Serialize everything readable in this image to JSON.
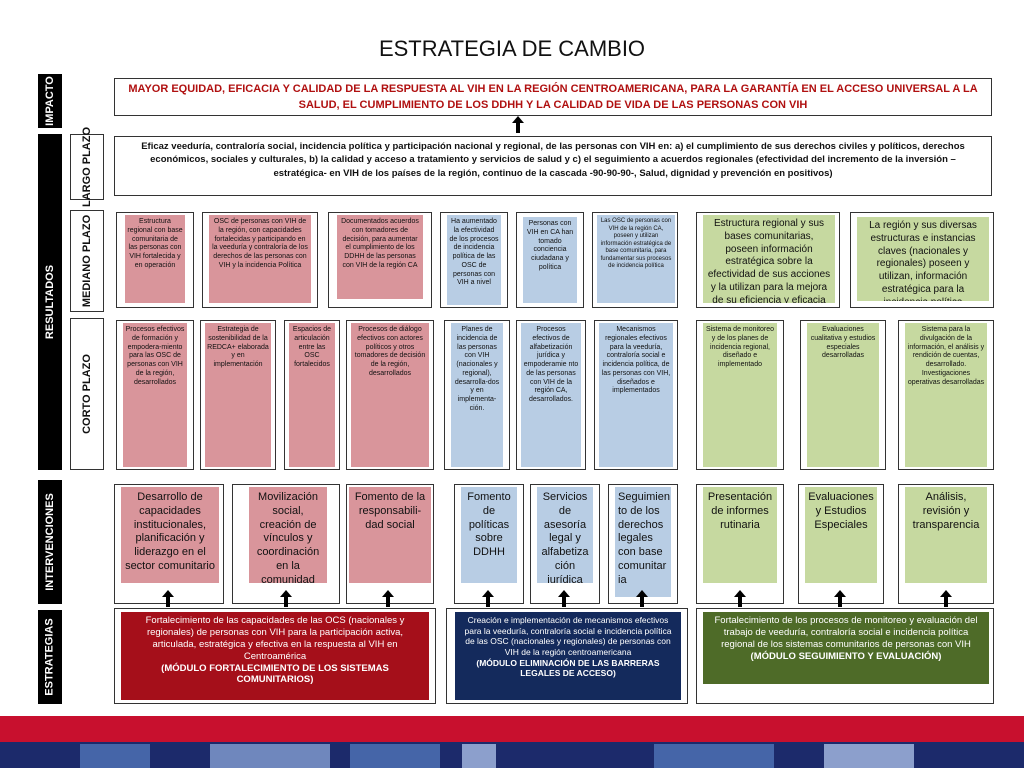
{
  "title": "ESTRATEGIA DE CAMBIO",
  "labels": {
    "impacto": "IMPACTO",
    "resultados": "RESULTADOS",
    "largo": "LARGO PLAZO",
    "mediano": "MEDIANO PLAZO",
    "corto": "CORTO PLAZO",
    "intervenciones": "INTERVENCIONES",
    "estrategias": "ESTRATEGIAS"
  },
  "impacto": "MAYOR EQUIDAD, EFICACIA Y CALIDAD DE LA RESPUESTA AL VIH EN LA REGIÓN CENTROAMERICANA, PARA LA GARANTÍA EN  EL ACCESO UNIVERSAL A LA SALUD, EL CUMPLIMIENTO DE LOS DDHH Y LA CALIDAD DE VIDA DE LAS PERSONAS CON VIH",
  "largo_plazo": "Eficaz veeduría, contraloría social,  incidencia política y participación nacional y regional, de las personas con VIH en: a) el cumplimiento de sus derechos civiles y políticos,  derechos económicos, sociales y culturales, b) la calidad y acceso a tratamiento y servicios de salud y c) el seguimiento a acuerdos regionales (efectividad del incremento de la inversión –estratégica- en VIH de los países de la región, continuo de la cascada -90-90-90-, Salud, dignidad y prevención en positivos)",
  "mediano_plazo": [
    "Estructura regional con base comunitaria de las personas con VIH fortalecida y en operación",
    "OSC de personas con VIH de la región, con capacidades fortalecidas y participando en la veeduría y contraloría  de los derechos de las personas con VIH y la incidencia Política",
    "Documentados acuerdos  con tomadores de decisión, para aumentar el cumplimiento de los DDHH de las personas con VIH de la región CA",
    "Ha aumentado la efectividad de los procesos de incidencia política de las OSC de personas con VIH a nivel",
    "Personas con VIH en CA han tomado conciencia ciudadana y política",
    "Las OSC de personas con VIH de la región CA, poseen y utilizan información estratégica de base comunitaria, para fundamentar sus procesos de incidencia política",
    "Estructura regional y sus bases comunitarias, poseen información estratégica sobre la efectividad de sus acciones y la utilizan para la mejora de su eficiencia y eficacia",
    "La región y sus diversas estructuras e instancias claves (nacionales y regionales) poseen y utilizan, información estratégica para la incidencia política"
  ],
  "corto_plazo": [
    "Procesos efectivos de formación y empodera-miento para las OSC de personas con VIH de la región, desarrollados",
    "Estrategia de sostenibilidad de la REDCA+ elaborada y en implementación",
    "Espacios de articulación entre las OSC fortalecidos",
    "Procesos de diálogo efectivos con actores políticos y otros tomadores de decisión de la región, desarrollados",
    "Planes de incidencia de las personas con VIH (nacionales y regional), desarrolla-dos y en implementa-ción.",
    "Procesos efectivos de alfabetización jurídica y empoderamie nto de las personas con VIH de la región CA, desarrollados.",
    "Mecanismos regionales efectivos para la veeduría, contraloría social e incidencia política, de las personas con VIH, diseñados e implementados",
    "Sistema de monitoreo y  de los planes de incidencia regional, diseñado e implementado",
    "Evaluaciones cualitativa y estudios especiales desarrolladas",
    "Sistema para la divulgación de la información, el análisis y rendición de cuentas, desarrollado. Investigaciones operativas desarrolladas"
  ],
  "intervenciones": [
    "Desarrollo de capacidades institucionales, planificación y liderazgo en el sector comunitario",
    "Movilización social, creación de vínculos y coordinación en la comunidad",
    "Fomento de la responsabili-dad social",
    "Fomento de políticas sobre DDHH",
    "Servicios de asesoría legal y alfabetiza ción jurídica",
    "Seguimien to de los derechos legales con base comunitar ia",
    "Presentación de informes rutinaria",
    "Evaluaciones y Estudios Especiales",
    "Análisis, revisión y transparencia"
  ],
  "estrategias": [
    {
      "text": "Fortalecimiento de las capacidades de las OCS (nacionales y regionales) de personas con VIH para la participación activa, articulada, estratégica y efectiva en la respuesta al VIH en Centroamérica",
      "module": "(MÓDULO FORTALECIMIENTO DE LOS SISTEMAS COMUNITARIOS)"
    },
    {
      "text": "Creación e implementación de mecanismos efectivos para la veeduría, contraloría social e incidencia política de las OSC (nacionales y regionales) de personas con VIH de la región centroamericana",
      "module": "(MÓDULO ELIMINACIÓN DE LAS BARRERAS LEGALES DE ACCESO)"
    },
    {
      "text": "Fortalecimiento de los procesos de monitoreo y evaluación del trabajo de veeduría, contraloría social e incidencia política regional de los sistemas comunitarios de personas con VIH",
      "module": "(MÓDULO SEGUIMIENTO Y EVALUACIÓN)"
    }
  ],
  "colors": {
    "pink": "#d9959b",
    "blue": "#b8cde4",
    "green": "#c6d9a0",
    "strategy_red": "#a50f1a",
    "strategy_navy": "#142a5c",
    "strategy_green": "#4e6b28",
    "footer_red": "#c8102e",
    "footer_navy": "#1c2a6b"
  }
}
